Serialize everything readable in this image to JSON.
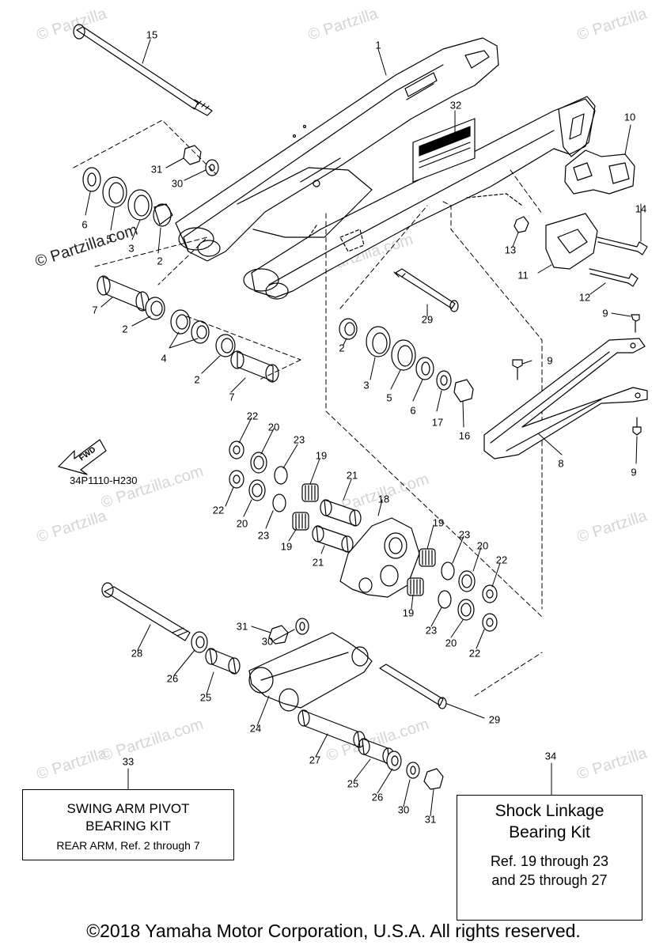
{
  "watermarks": {
    "small": "© Partzilla",
    "small_com": "© Partzilla.com",
    "prominent": "© Partzilla.com"
  },
  "part_code": "34P1110-H230",
  "fwd_arrow_text": "FWD",
  "callouts": {
    "n1": "1",
    "n2": "2",
    "n3": "3",
    "n4": "4",
    "n5": "5",
    "n6": "6",
    "n7": "7",
    "n8": "8",
    "n9": "9",
    "n10": "10",
    "n11": "11",
    "n12": "12",
    "n13": "13",
    "n14": "14",
    "n15": "15",
    "n16": "16",
    "n17": "17",
    "n18": "18",
    "n19": "19",
    "n20": "20",
    "n21": "21",
    "n22": "22",
    "n23": "23",
    "n24": "24",
    "n25": "25",
    "n26": "26",
    "n27": "27",
    "n28": "28",
    "n29": "29",
    "n30": "30",
    "n31": "31",
    "n32": "32",
    "n33": "33",
    "n34": "34"
  },
  "kit33": {
    "line1": "SWING ARM PIVOT",
    "line2": "BEARING KIT",
    "line3": "REAR ARM, Ref. 2 through 7"
  },
  "kit34": {
    "line1": "Shock Linkage",
    "line2": "Bearing Kit",
    "line3": "Ref. 19 through 23",
    "line4": "and 25 through 27"
  },
  "copyright": "©2018 Yamaha Motor Corporation, U.S.A. All rights reserved."
}
